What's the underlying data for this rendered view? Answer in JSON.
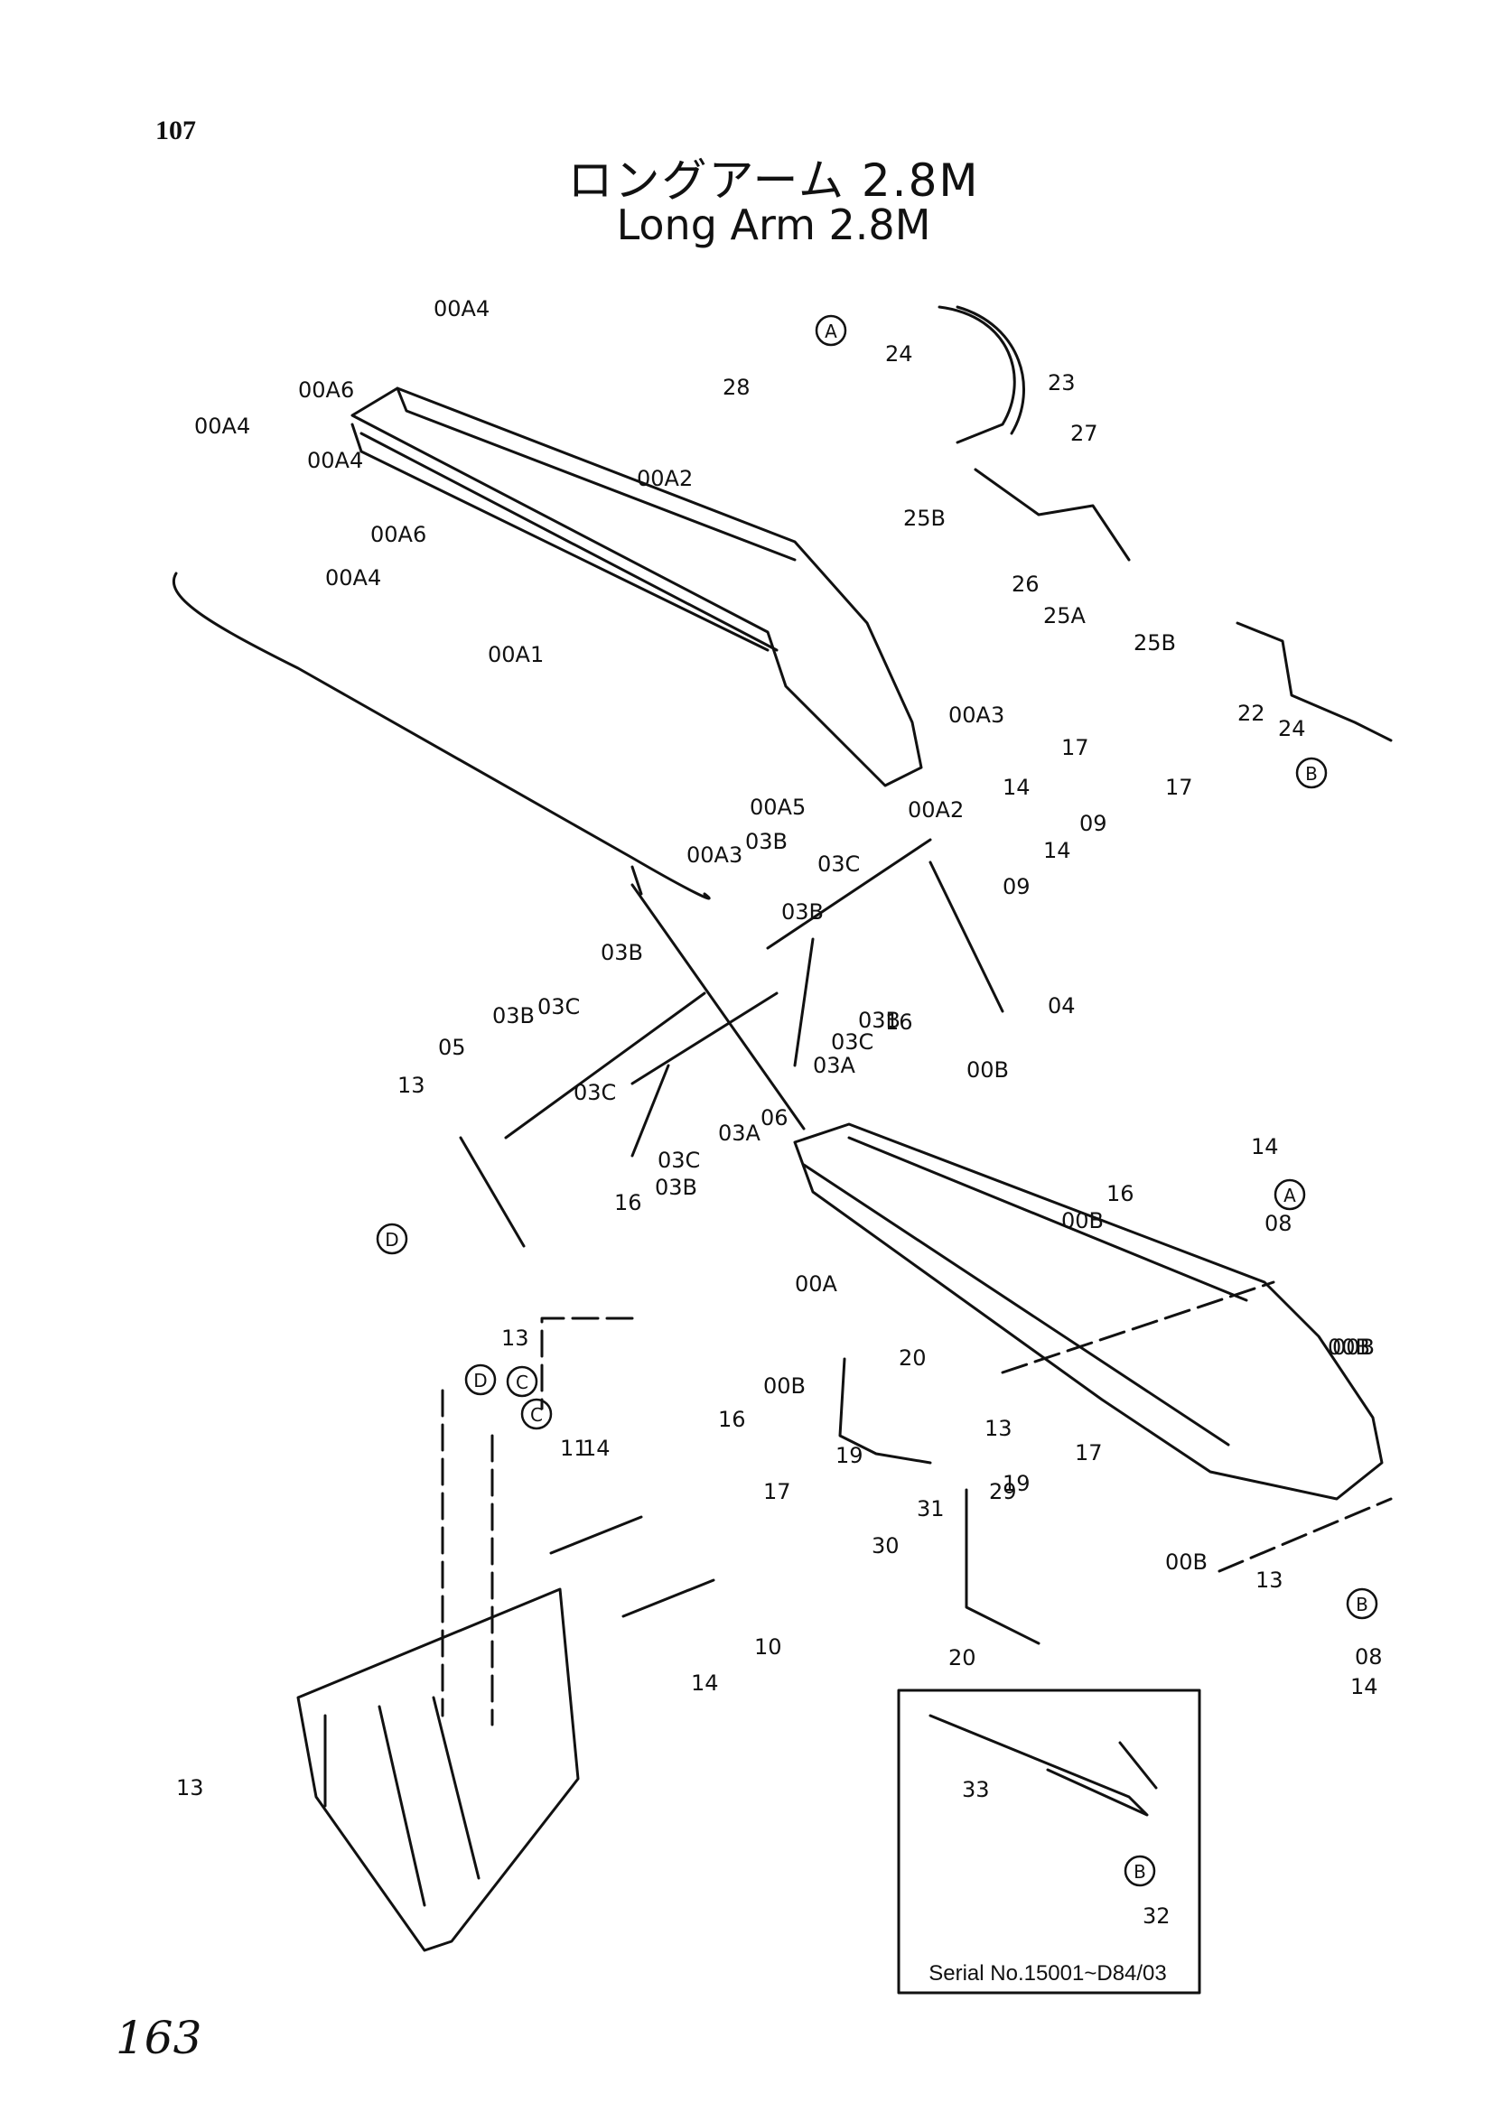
{
  "page_number": "107",
  "title_japanese": "ロングアーム 2.8M",
  "title_english": "Long Arm 2.8M",
  "handwritten_number": "163",
  "inset_caption": "Serial No.15001~D84/03",
  "callouts": [
    {
      "id": "A",
      "text": "A"
    },
    {
      "id": "B",
      "text": "B"
    },
    {
      "id": "C",
      "text": "C"
    },
    {
      "id": "D",
      "text": "D"
    }
  ],
  "labels": [
    "00A4",
    "00A6",
    "00A4",
    "00A4",
    "00A6",
    "00A4",
    "00A2",
    "00A1",
    "00A3",
    "00A5",
    "00A3",
    "00A2",
    "24",
    "28",
    "23",
    "27",
    "25B",
    "26",
    "25A",
    "25B",
    "22",
    "24",
    "17",
    "14",
    "09",
    "17",
    "14",
    "09",
    "03B",
    "03C",
    "03B",
    "03B",
    "03C",
    "03B",
    "05",
    "13",
    "03C",
    "03B",
    "03A",
    "16",
    "03C",
    "03A",
    "06",
    "04",
    "00B",
    "03C",
    "03B",
    "16",
    "16",
    "00B",
    "14",
    "08",
    "00B",
    "13",
    "00A",
    "00B",
    "16",
    "00B",
    "20",
    "13",
    "19",
    "29",
    "17",
    "31",
    "19",
    "30",
    "00B",
    "13",
    "20",
    "08",
    "14",
    "11",
    "14",
    "17",
    "10",
    "14",
    "13",
    "33",
    "32"
  ]
}
